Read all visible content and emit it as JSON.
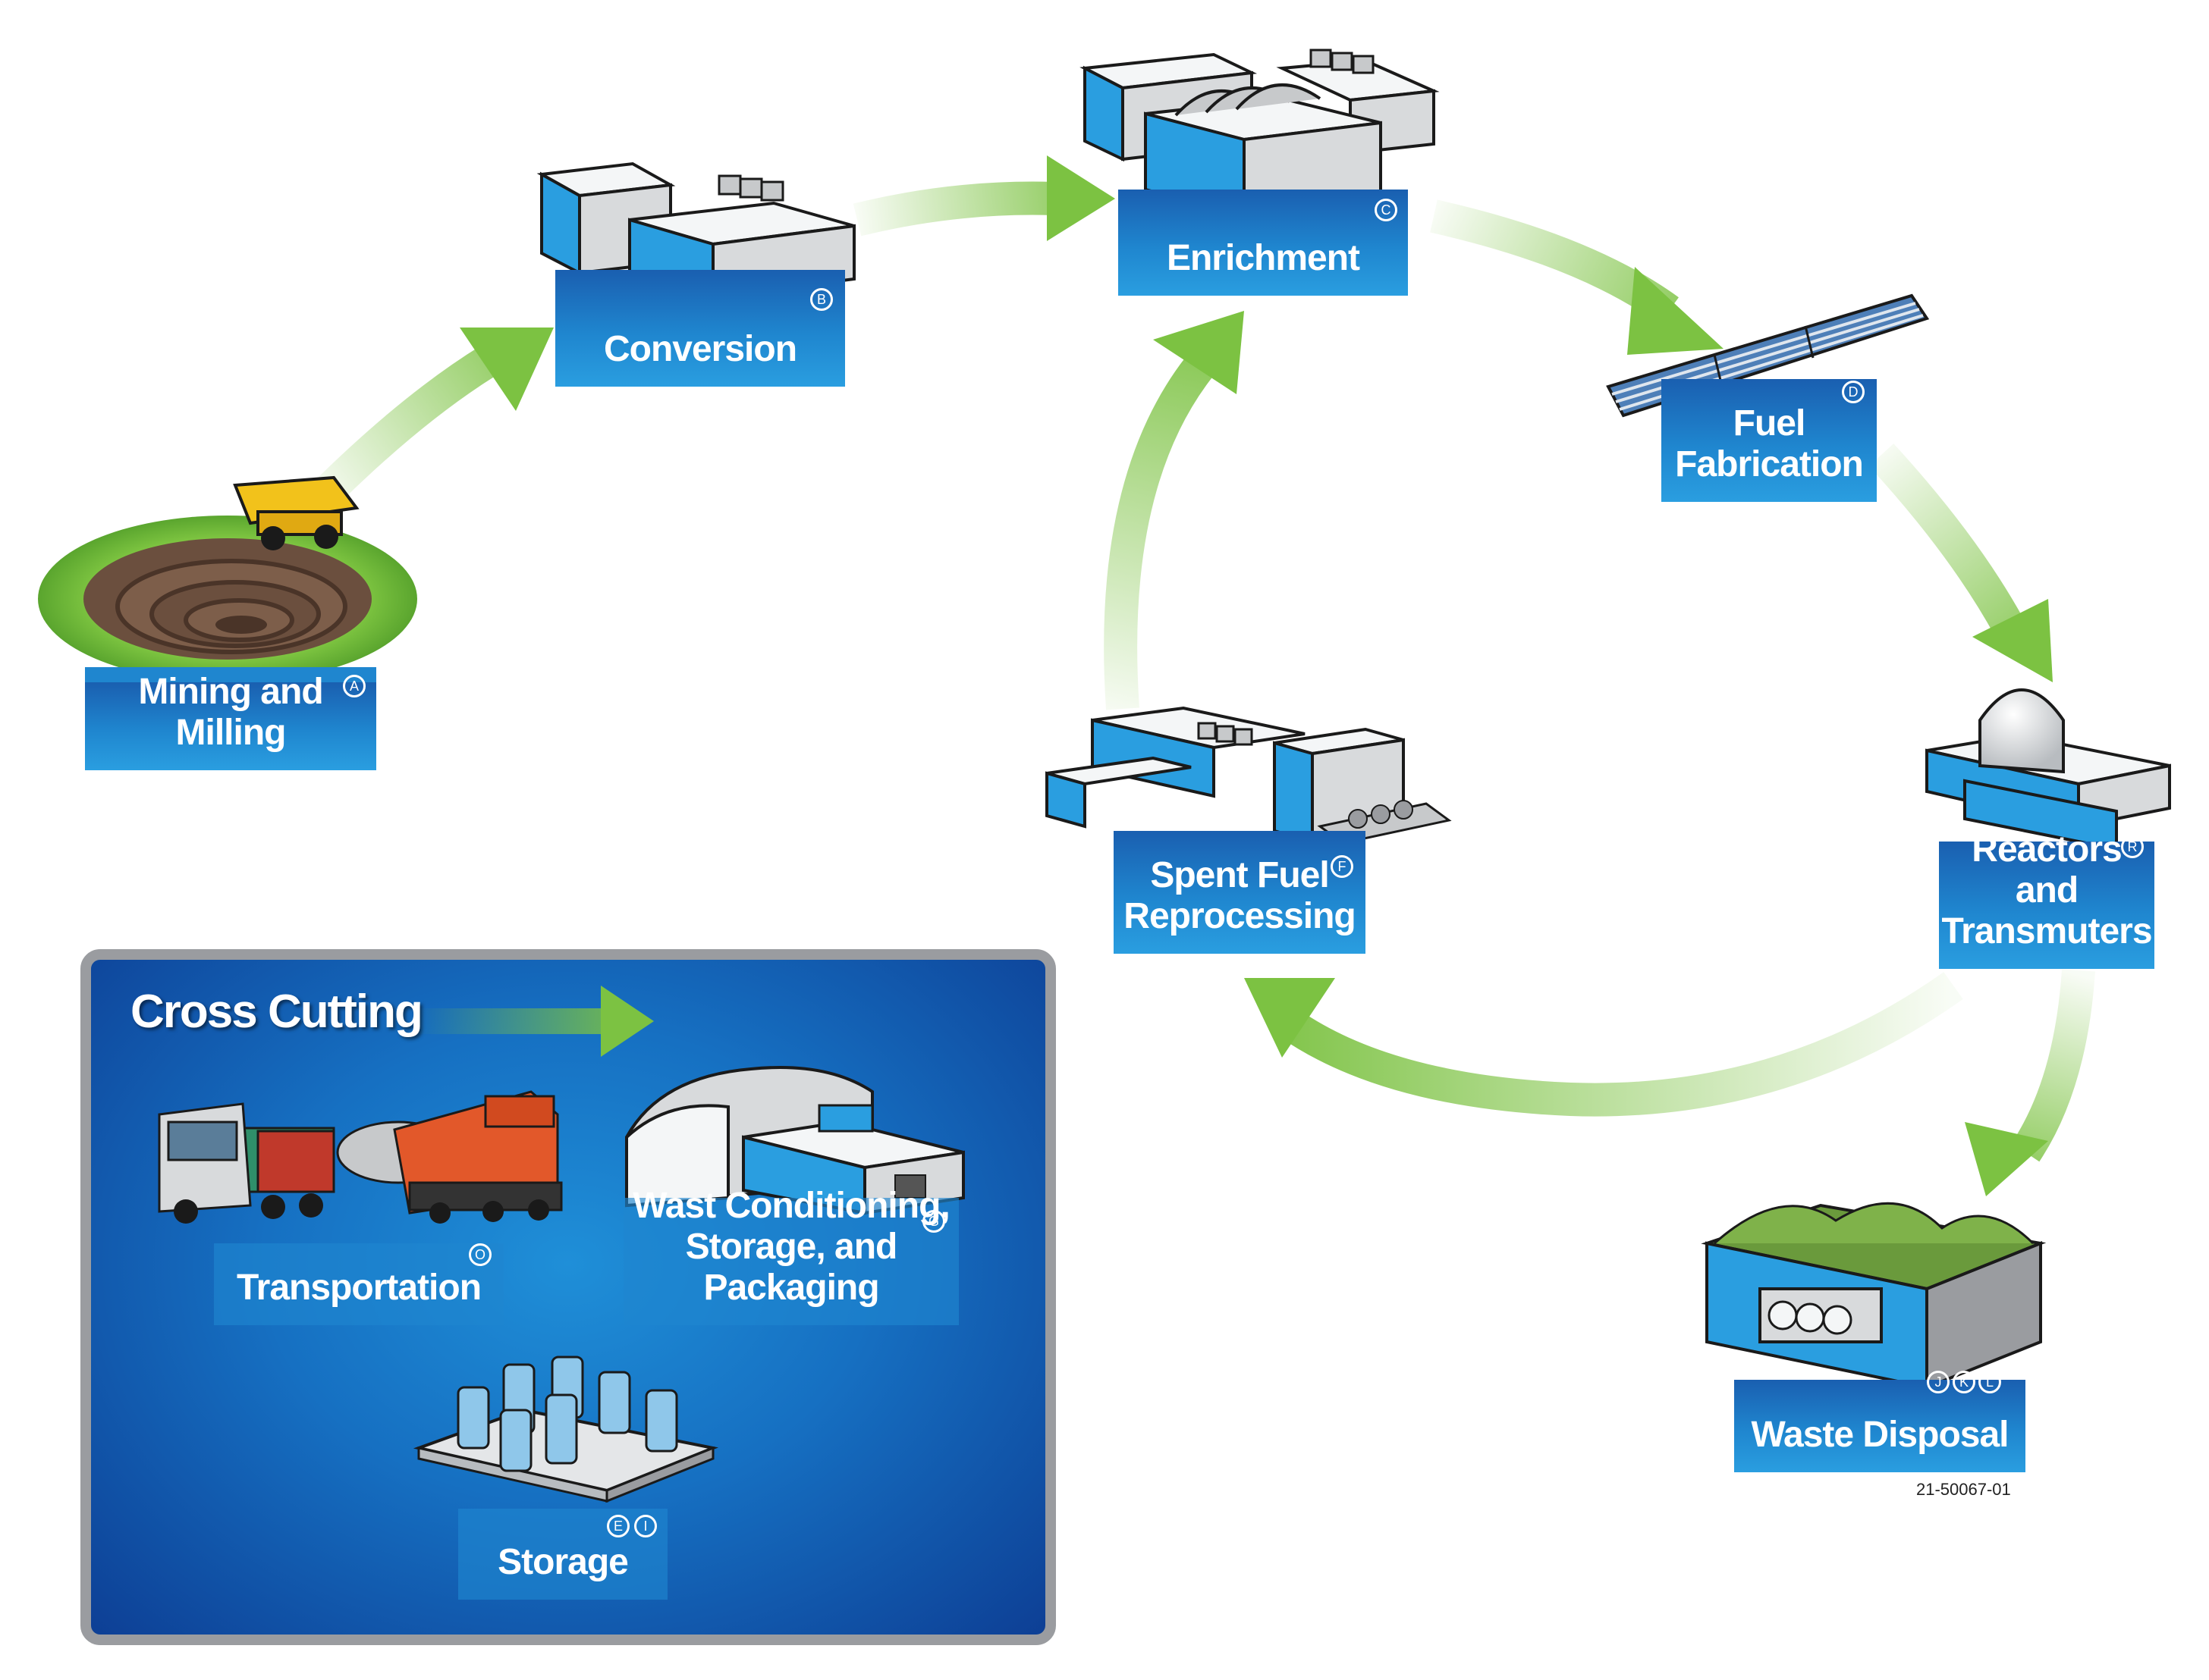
{
  "stages": {
    "mining": {
      "lines": [
        "Mining and Milling"
      ],
      "codes": [
        "A"
      ]
    },
    "conversion": {
      "lines": [
        "Conversion"
      ],
      "codes": [
        "B"
      ]
    },
    "enrichment": {
      "lines": [
        "Enrichment"
      ],
      "codes": [
        "C"
      ]
    },
    "fabrication": {
      "lines": [
        "Fuel",
        "Fabrication"
      ],
      "codes": [
        "D"
      ]
    },
    "reactors": {
      "lines": [
        "Reactors and",
        "Transmuters"
      ],
      "codes": [
        "R"
      ]
    },
    "reprocessing": {
      "lines": [
        "Spent Fuel",
        "Reprocessing"
      ],
      "codes": [
        "F"
      ]
    },
    "disposal": {
      "lines": [
        "Waste Disposal"
      ],
      "codes": [
        "J",
        "K",
        "L"
      ]
    }
  },
  "cross_cutting": {
    "title": "Cross Cutting",
    "transportation": {
      "lines": [
        "Transportation"
      ],
      "codes": [
        "O"
      ]
    },
    "conditioning": {
      "lines": [
        "Wast Conditioning,",
        "Storage, and Packaging"
      ],
      "codes": [
        "G"
      ]
    },
    "storage": {
      "lines": [
        "Storage"
      ],
      "codes": [
        "E",
        "I"
      ]
    }
  },
  "ref_code": "21-50067-01",
  "colors": {
    "arrow_green": "#7cc242",
    "label_blue": "#1f86cf",
    "building_blue": "#2a9ee0",
    "panel_blue": "#1670c2",
    "panel_border": "#9a9ca0"
  }
}
